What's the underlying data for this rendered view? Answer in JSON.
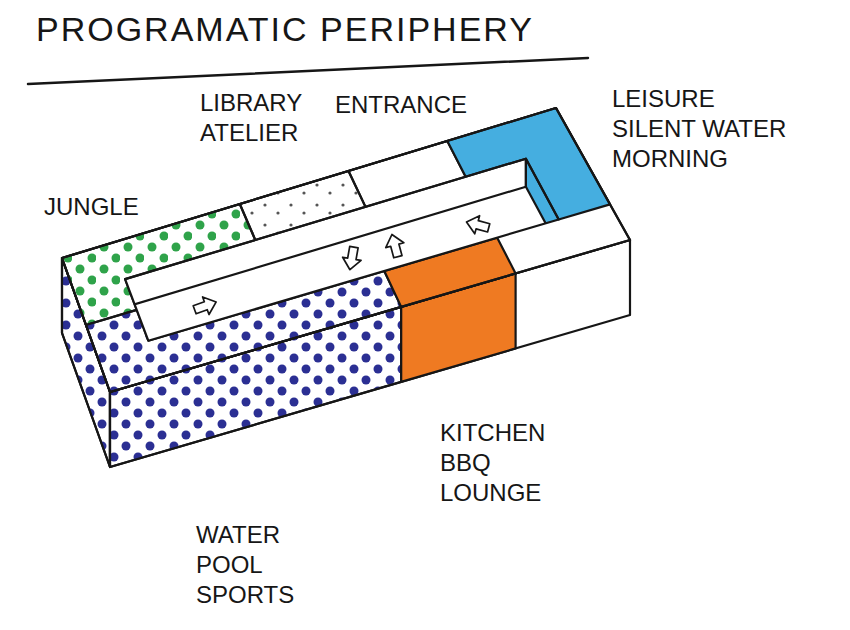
{
  "diagram": {
    "title": "PROGRAMATIC PERIPHERY",
    "labels": [
      "JUNGLE",
      "LIBRARY ATELIER",
      "ENTRANCE",
      "LEISURE SILENT WATER MORNING",
      "KITCHEN BBQ LOUNGE",
      "WATER POOL SPORTS"
    ]
  }
}
